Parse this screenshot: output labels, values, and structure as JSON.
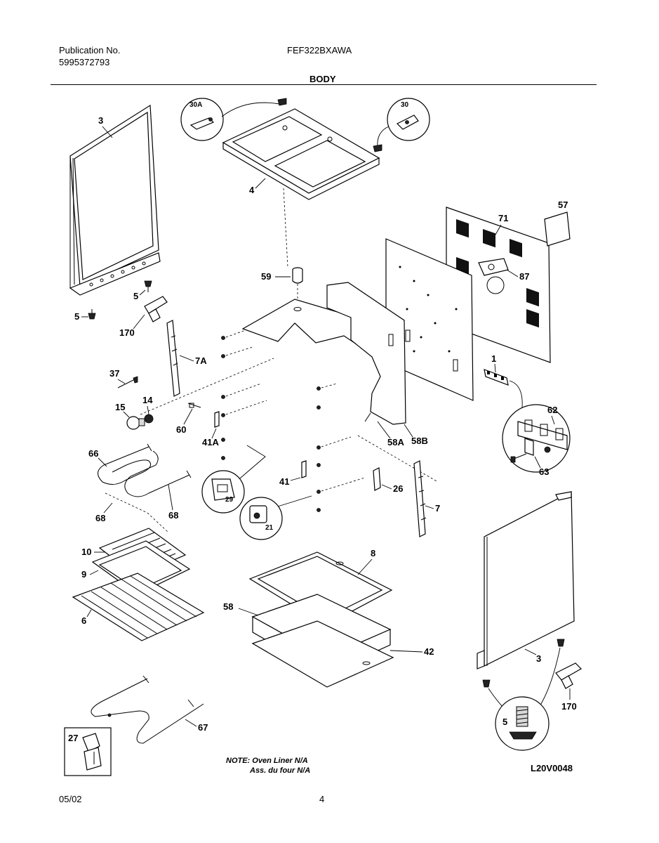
{
  "header": {
    "publication_label": "Publication No.",
    "publication_number": "5995372793",
    "model": "FEF322BXAWA",
    "section": "BODY"
  },
  "callouts": {
    "c3_left": "3",
    "c5_a": "5",
    "c5_b": "5",
    "c170_left": "170",
    "c30A": "30A",
    "c30": "30",
    "c4": "4",
    "c57": "57",
    "c71": "71",
    "c87": "87",
    "c59": "59",
    "c1": "1",
    "c7A": "7A",
    "c37": "37",
    "c15": "15",
    "c14": "14",
    "c60": "60",
    "c41A": "41A",
    "c58A": "58A",
    "c58B": "58B",
    "c62": "62",
    "c63": "63",
    "c66": "66",
    "c68_a": "68",
    "c68_b": "68",
    "c29": "29",
    "c21": "21",
    "c41": "41",
    "c26": "26",
    "c7": "7",
    "c10": "10",
    "c9": "9",
    "c6": "6",
    "c8": "8",
    "c58": "58",
    "c42": "42",
    "c3_right": "3",
    "c170_right": "170",
    "c5_right": "5",
    "c67": "67",
    "c27": "27"
  },
  "note": {
    "line1": "NOTE: Oven Liner N/A",
    "line2": "Ass. du four N/A"
  },
  "diagram_code": "L20V0048",
  "footer": {
    "date": "05/02",
    "page": "4"
  }
}
